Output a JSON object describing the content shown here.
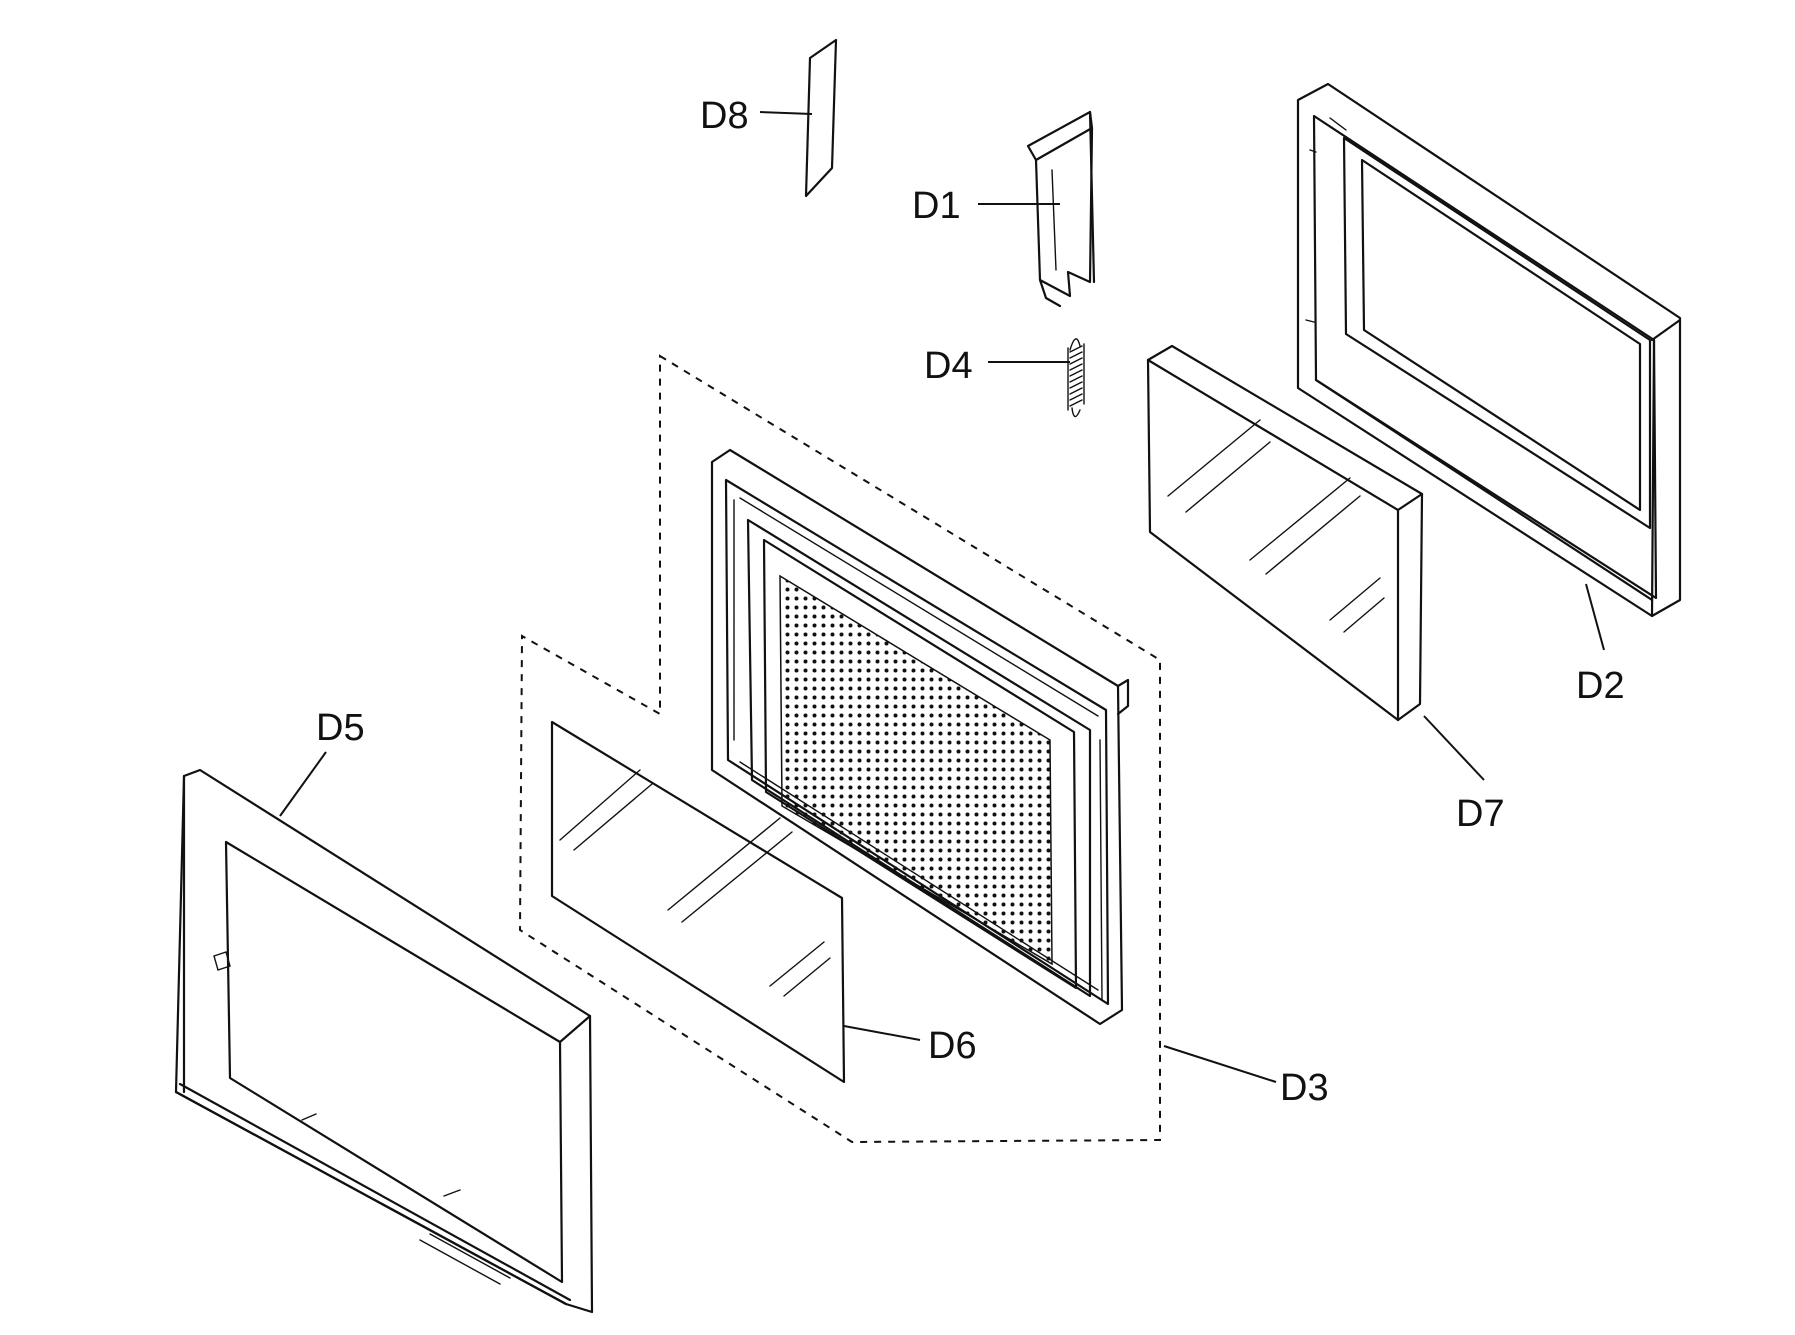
{
  "labels": {
    "d1": "D1",
    "d2": "D2",
    "d3": "D3",
    "d4": "D4",
    "d5": "D5",
    "d6": "D6",
    "d7": "D7",
    "d8": "D8"
  }
}
